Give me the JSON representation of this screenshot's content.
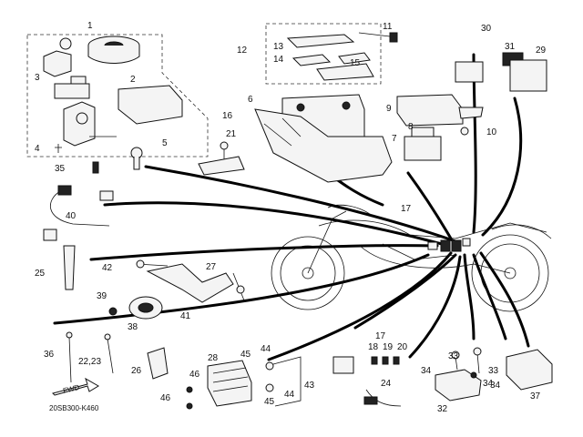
{
  "diagram": {
    "code": "20SB300-K460",
    "fwd_arrow_text": "FWD",
    "callouts": {
      "c1": "1",
      "c2": "2",
      "c3": "3",
      "c4": "4",
      "c5": "5",
      "c6": "6",
      "c7": "7",
      "c8": "8",
      "c9": "9",
      "c10": "10",
      "c11": "11",
      "c12": "12",
      "c13": "13",
      "c14": "14",
      "c15": "15",
      "c16": "16",
      "c17a": "17",
      "c17b": "17",
      "c18": "18",
      "c19": "19",
      "c20": "20",
      "c21": "21",
      "c22": "22,23",
      "c24": "24",
      "c25": "25",
      "c26": "26",
      "c27": "27",
      "c28": "28",
      "c29": "29",
      "c30": "30",
      "c31": "31",
      "c32": "32",
      "c33a": "33",
      "c33b": "33",
      "c34a": "34",
      "c34b": "34",
      "c34c": "34",
      "c35": "35",
      "c36": "36",
      "c37": "37",
      "c38": "38",
      "c39": "39",
      "c40": "40",
      "c41": "41",
      "c42": "42",
      "c43": "43",
      "c44a": "44",
      "c44b": "44",
      "c45a": "45",
      "c45b": "45",
      "c46a": "46",
      "c46b": "46"
    }
  }
}
